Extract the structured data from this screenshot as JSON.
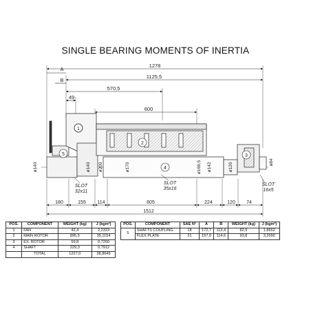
{
  "title": "SINGLE BEARING MOMENTS OF INERTIA",
  "dimensions": {
    "top": [
      "1278",
      "1125,5",
      "570,5",
      "49",
      "600"
    ],
    "letters": [
      "A",
      "B"
    ],
    "diameters": [
      "ø140",
      "ø140",
      "ø200",
      "ø170",
      "ø169,5",
      "ø142",
      "ø120",
      "ø84"
    ],
    "bottom": [
      "180",
      "155",
      "114",
      "605",
      "224",
      "120",
      "74"
    ],
    "total": "1512",
    "slots": [
      {
        "label": "SLOT",
        "size": "32x11"
      },
      {
        "label": "SLOT",
        "size": "35x16"
      },
      {
        "label": "SLOT",
        "size": "16x5"
      }
    ],
    "callouts": [
      "1",
      "2",
      "3",
      "4",
      "5"
    ]
  },
  "table1": {
    "headers": [
      "POS.",
      "COMPONENT",
      "WEIGHT (kg)",
      "J (kgm²)"
    ],
    "rows": [
      {
        "pos": "1",
        "component": "FAN",
        "weight": "42,4",
        "j": "2,2323"
      },
      {
        "pos": "2",
        "component": "MAIN ROTOR",
        "weight": "895,5",
        "j": "35,1154"
      },
      {
        "pos": "3",
        "component": "EX. ROTOR",
        "weight": "59,8",
        "j": "0,7260"
      },
      {
        "pos": "4",
        "component": "SHAFT",
        "weight": "229,3",
        "j": "0,7912"
      }
    ],
    "total": {
      "label": "TOTAL",
      "weight": "1227,0",
      "j": "38,8649"
    }
  },
  "table2": {
    "headers": [
      "POS.",
      "COMPONENT",
      "SAE N°",
      "A",
      "B",
      "WEIGHT (kg)",
      "J (kgm²)"
    ],
    "pos": "5",
    "rows": [
      {
        "component": "SHAFTS COUPLING",
        "sae": "18",
        "a": "172,7",
        "b": "113,4",
        "weight": "82,9",
        "j": "1,8652"
      },
      {
        "component": "FLEX PLATE",
        "sae": "21",
        "a": "157,0",
        "b": "114,6",
        "weight": "93,8",
        "j": "3,2090"
      }
    ]
  }
}
